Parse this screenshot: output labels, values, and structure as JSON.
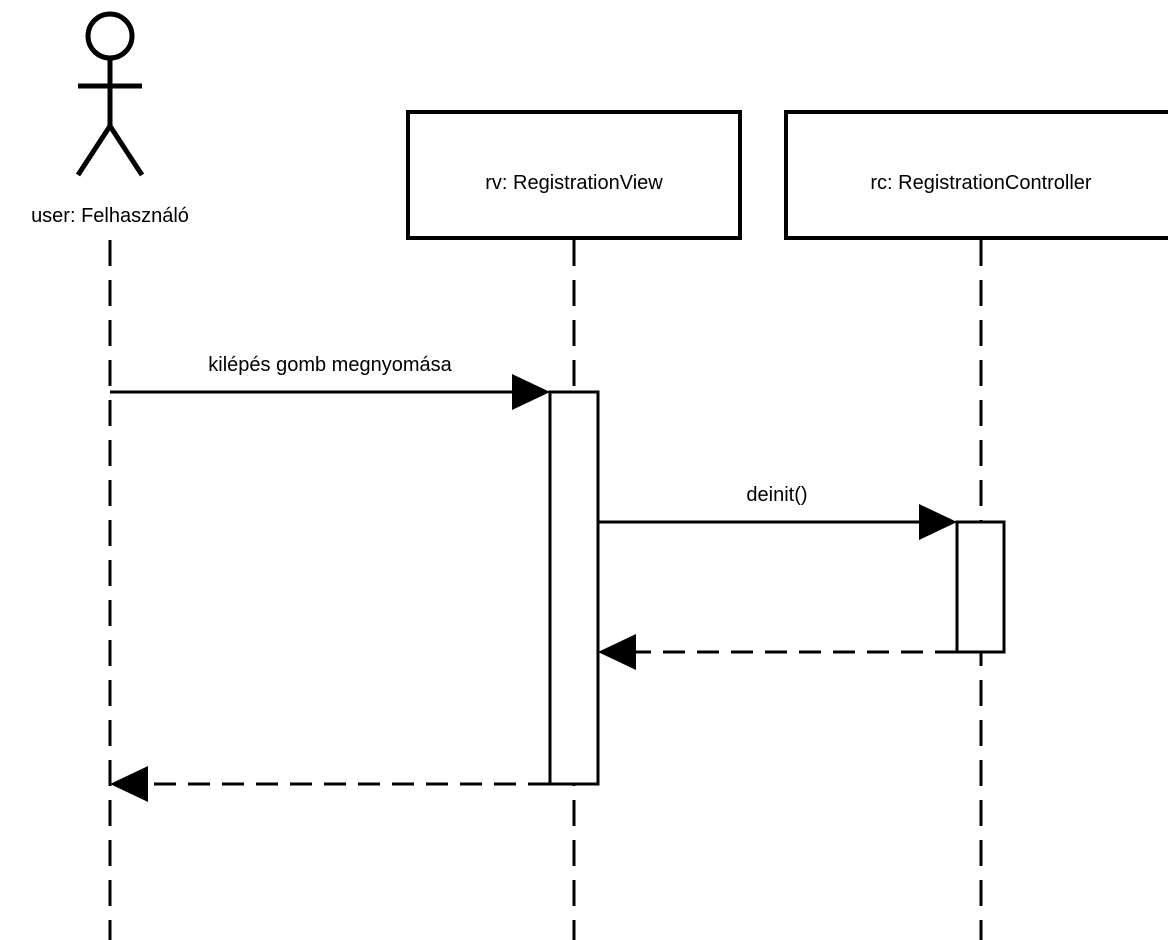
{
  "diagram": {
    "type": "uml-sequence",
    "actor": {
      "label": "user: Felhasználó"
    },
    "participants": [
      {
        "label": "rv: RegistrationView"
      },
      {
        "label": "rc: RegistrationController"
      }
    ],
    "messages": [
      {
        "label": "kilépés gomb megnyomása",
        "from": "user",
        "to": "rv",
        "kind": "sync"
      },
      {
        "label": "deinit()",
        "from": "rv",
        "to": "rc",
        "kind": "sync"
      },
      {
        "label": "",
        "from": "rc",
        "to": "rv",
        "kind": "return"
      },
      {
        "label": "",
        "from": "rv",
        "to": "user",
        "kind": "return"
      }
    ]
  }
}
